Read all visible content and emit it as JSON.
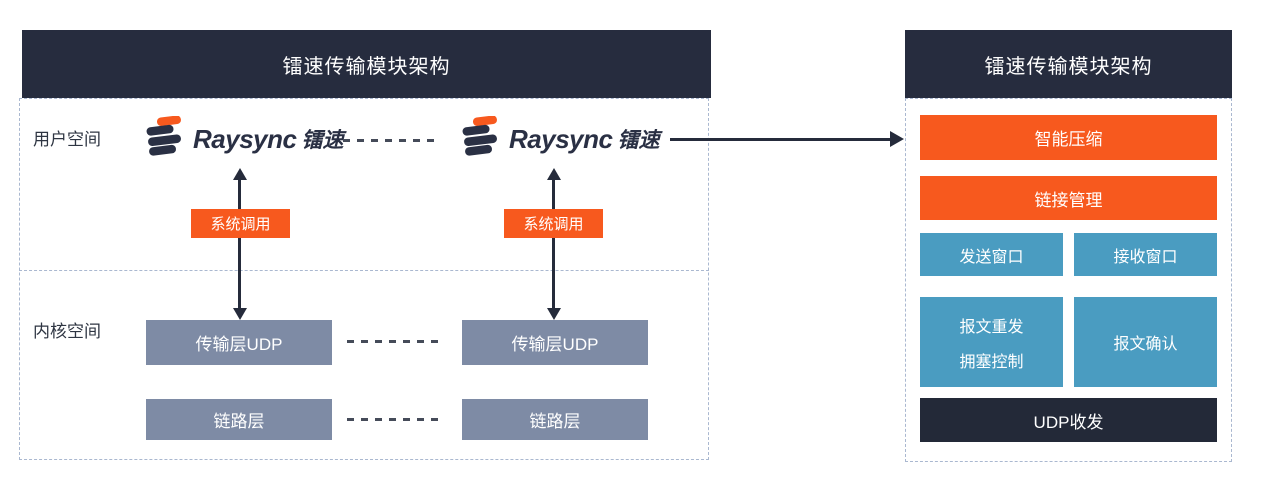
{
  "left_panel": {
    "title": "镭速传输模块架构",
    "user_space_label": "用户空间",
    "kernel_space_label": "内核空间",
    "brand": "Raysync",
    "brand_cn": "镭速",
    "syscall_label": "系统调用",
    "transport_label": "传输层UDP",
    "link_label": "链路层"
  },
  "right_panel": {
    "title": "镭速传输模块架构",
    "smart_compression": "智能压缩",
    "link_management": "链接管理",
    "send_window": "发送窗口",
    "receive_window": "接收窗口",
    "retransmit_line1": "报文重发",
    "retransmit_line2": "拥塞控制",
    "packet_ack": "报文确认",
    "udp_io": "UDP收发"
  },
  "colors": {
    "navy_header": "#262C3E",
    "udp_dark": "#232938",
    "orange": "#F7591E",
    "teal": "#4A9CC1",
    "slate": "#7E8BA5",
    "dashed_border": "#AAB8D0",
    "connector_dash": "#454B59",
    "arrow": "#252B3B",
    "wordmark": "#2A3044"
  },
  "icons": {
    "logo": "raysync-stacked-discs-logo",
    "horizontal_arrow": "arrow-right",
    "vertical_arrows": "double-headed-vertical-arrow"
  }
}
